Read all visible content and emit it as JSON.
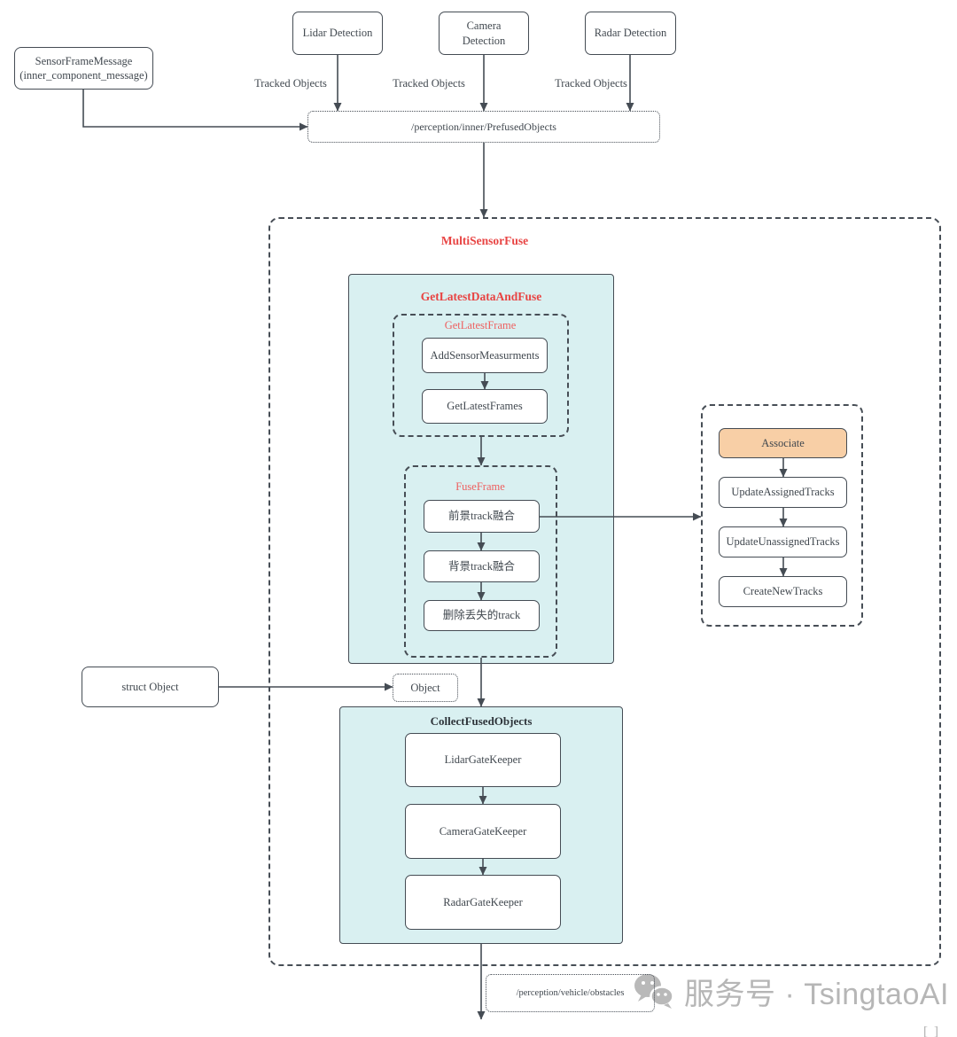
{
  "colors": {
    "border": "#454c54",
    "text": "#41484f",
    "accent_red_bold": "#e84443",
    "accent_red_light": "#ee5f5f",
    "cyan_fill": "#d9f0f1",
    "orange_fill": "#f8cfa6",
    "watermark_gray": "#b6b6b6"
  },
  "sources": {
    "sensor_frame_message": "SensorFrameMessage\n(inner_component_message)",
    "lidar_detection": "Lidar Detection",
    "camera_detection": "Camera\nDetection",
    "radar_detection": "Radar Detection",
    "tracked_objects_label": "Tracked Objects"
  },
  "topics": {
    "prefused_objects": "/perception/inner/PrefusedObjects",
    "obstacles": "/perception/vehicle/obstacles"
  },
  "struct_object_label": "struct Object",
  "object_label": "Object",
  "msf": {
    "title": "MultiSensorFuse",
    "gldaf_title": "GetLatestDataAndFuse",
    "glf_title": "GetLatestFrame",
    "add_sensor_measurments": "AddSensorMeasurments",
    "get_latest_frames": "GetLatestFrames",
    "fuse_frame_title": "FuseFrame",
    "foreground_track_fusion": "前景track融合",
    "background_track_fusion": "背景track融合",
    "delete_lost_track": "删除丢失的track",
    "cfo_title": "CollectFusedObjects",
    "lidar_gatekeeper": "LidarGateKeeper",
    "camera_gatekeeper": "CameraGateKeeper",
    "radar_gatekeeper": "RadarGateKeeper"
  },
  "associate_flow": {
    "associate": "Associate",
    "update_assigned_tracks": "UpdateAssignedTracks",
    "update_unassigned_tracks": "UpdateUnassignedTracks",
    "create_new_tracks": "CreateNewTracks"
  },
  "watermark": {
    "text": "服务号 · TsingtaoAI"
  },
  "footnote_mark": "[]"
}
